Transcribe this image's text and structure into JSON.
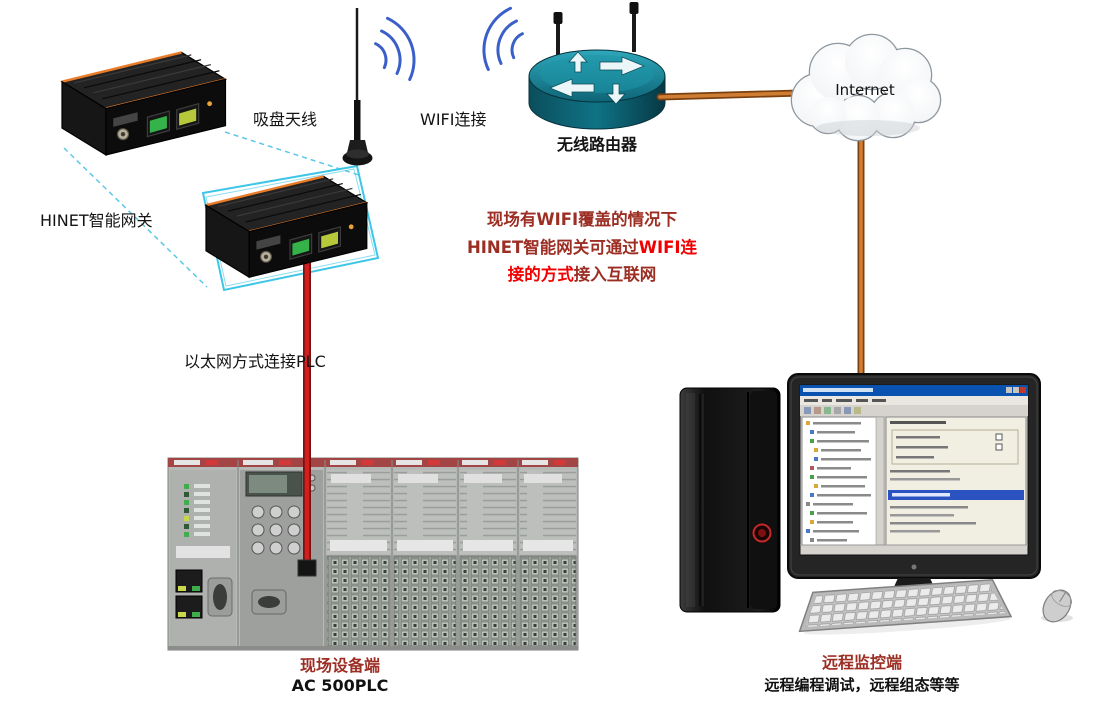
{
  "nodes": {
    "gateway": {
      "label": "HINET智能网关"
    },
    "antenna": {
      "label": "吸盘天线"
    },
    "wifi_link": {
      "label": "WIFI连接"
    },
    "router": {
      "label": "无线路由器"
    },
    "internet": {
      "label": "Internet"
    },
    "plc": {
      "title": "现场设备端",
      "subtitle": "AC 500PLC"
    },
    "remote_pc": {
      "title": "远程监控端",
      "subtitle": "远程编程调试，远程组态等等"
    }
  },
  "edges": {
    "ethernet": {
      "label": "以太网方式连接PLC"
    }
  },
  "note": {
    "l1": "现场有WIFI覆盖的情况下",
    "l2a": "HINET智能网关可通过",
    "l2b": "WIFI连",
    "l3a": "接的方式",
    "l3b": "接入互联网"
  },
  "colors": {
    "note_dark_red": "#9c2e24",
    "note_bright_red": "#f20000",
    "caption_dark_red": "#9c2e24",
    "orange_link": "#c8762c",
    "red_ethernet_cable": "#cc1414",
    "wifi_arc_blue": "#3a5fc8",
    "router_teal": "#0f7385",
    "callout_cyan": "#3ec6e6"
  }
}
